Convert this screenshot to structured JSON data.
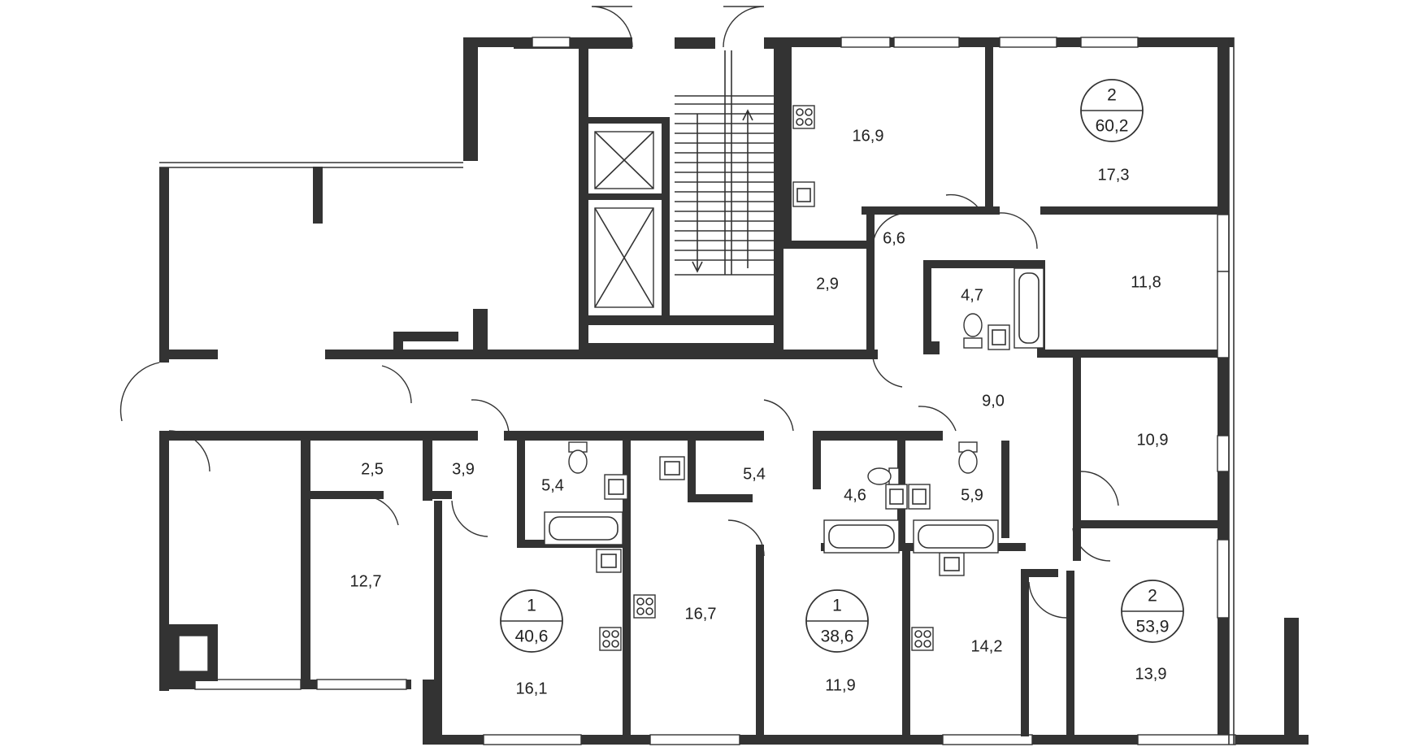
{
  "rooms": [
    {
      "id": "r169",
      "area": "16,9"
    },
    {
      "id": "r173",
      "area": "17,3"
    },
    {
      "id": "r66",
      "area": "6,6"
    },
    {
      "id": "r29",
      "area": "2,9"
    },
    {
      "id": "r47",
      "area": "4,7"
    },
    {
      "id": "r118",
      "area": "11,8"
    },
    {
      "id": "r90",
      "area": "9,0"
    },
    {
      "id": "r109",
      "area": "10,9"
    },
    {
      "id": "r25",
      "area": "2,5"
    },
    {
      "id": "r39",
      "area": "3,9"
    },
    {
      "id": "r54a",
      "area": "5,4"
    },
    {
      "id": "r54b",
      "area": "5,4"
    },
    {
      "id": "r46",
      "area": "4,6"
    },
    {
      "id": "r59",
      "area": "5,9"
    },
    {
      "id": "r127",
      "area": "12,7"
    },
    {
      "id": "r161",
      "area": "16,1"
    },
    {
      "id": "r167",
      "area": "16,7"
    },
    {
      "id": "r119",
      "area": "11,9"
    },
    {
      "id": "r142",
      "area": "14,2"
    },
    {
      "id": "r139",
      "area": "13,9"
    }
  ],
  "apartments": [
    {
      "id": "apt-a",
      "rooms": "2",
      "total_area": "60,2"
    },
    {
      "id": "apt-b",
      "rooms": "1",
      "total_area": "40,6"
    },
    {
      "id": "apt-c",
      "rooms": "1",
      "total_area": "38,6"
    },
    {
      "id": "apt-d",
      "rooms": "2",
      "total_area": "53,9"
    }
  ],
  "fixture_icons": [
    "stove-icon",
    "sink-icon",
    "toilet-icon",
    "bathtub-icon",
    "elevator-shaft-icon",
    "stair-arrow-icon"
  ]
}
